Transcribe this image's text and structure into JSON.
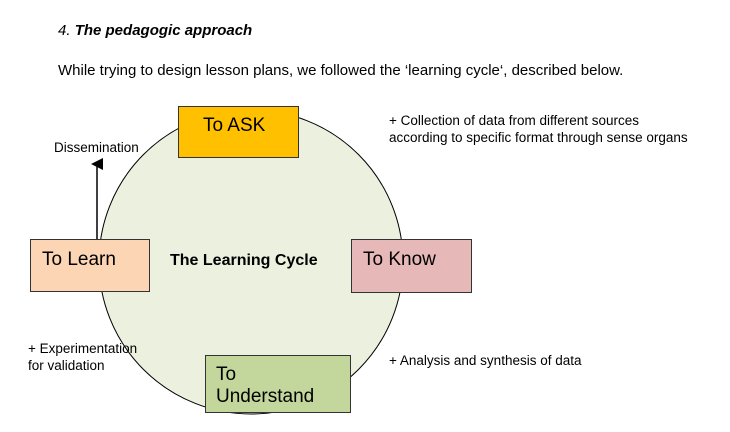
{
  "header": {
    "number": "4.",
    "title": "The pedagogic approach",
    "intro": "While trying to design lesson plans, we followed the ‘learning cycle‘, described below."
  },
  "diagram": {
    "center_label": "The Learning Cycle",
    "circle_fill": "#ebf1de",
    "stages": {
      "ask": {
        "label": "To ASK",
        "color": "#ffc000"
      },
      "know": {
        "label": "To Know",
        "color": "#e6b9b8"
      },
      "understand": {
        "label_line1": "To",
        "label_line2": "Understand",
        "color": "#c3d69b"
      },
      "learn": {
        "label": "To Learn",
        "color": "#fcd5b5"
      }
    },
    "notes": {
      "collection_line1": "+ Collection of data from different sources",
      "collection_line2": "according to specific format through sense organs",
      "dissemination": "Dissemination",
      "analysis": "+ Analysis and synthesis of data",
      "experimentation_line1": "+ Experimentation",
      "experimentation_line2": "for validation"
    }
  }
}
